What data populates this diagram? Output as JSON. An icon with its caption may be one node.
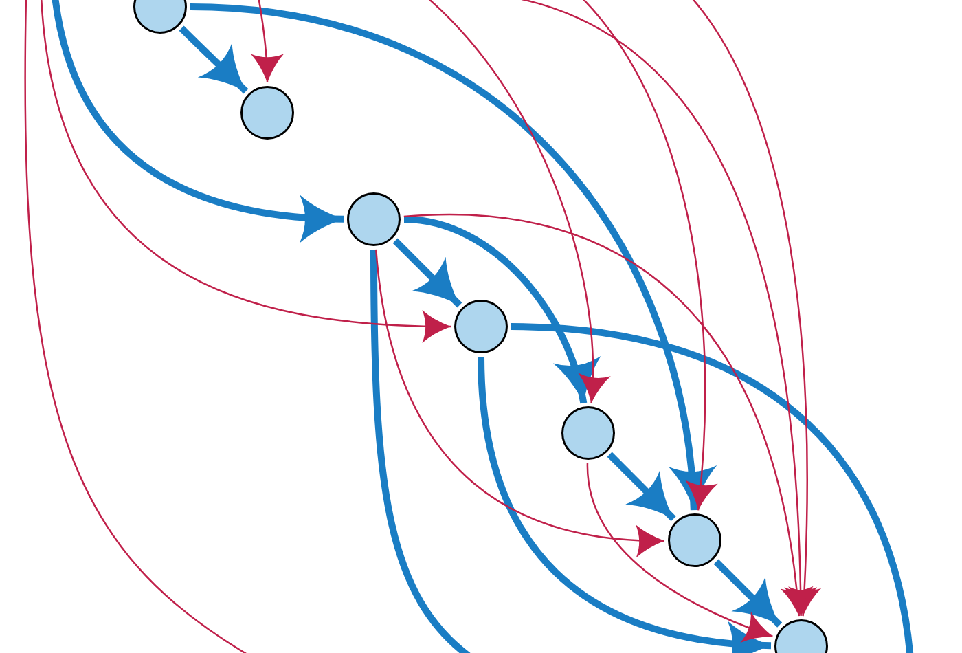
{
  "diagram": {
    "nodes": [
      {
        "text": [],
        "shape": "circle"
      },
      {
        "text": [],
        "shape": "circle"
      },
      {
        "text": [],
        "shape": "circle"
      },
      {
        "text": [],
        "shape": "circle"
      },
      {
        "text": [],
        "shape": "circle"
      },
      {
        "text": [],
        "shape": "circle"
      },
      {
        "text": [],
        "shape": "circle"
      }
    ],
    "edges": [
      {
        "from": 0,
        "to": 1,
        "arrow": "to"
      },
      {
        "from": null,
        "to": 2,
        "arrow": "to"
      },
      {
        "from": 0,
        "to": 5,
        "arrow": "to"
      },
      {
        "from": 2,
        "to": 3,
        "arrow": "to"
      },
      {
        "from": 2,
        "to": 4,
        "arrow": "to"
      },
      {
        "from": 2,
        "to": null,
        "arrow": "none"
      },
      {
        "from": 3,
        "to": 6,
        "arrow": "to"
      },
      {
        "from": 3,
        "to": null,
        "arrow": "none"
      },
      {
        "from": 4,
        "to": 5,
        "arrow": "to"
      },
      {
        "from": 5,
        "to": 6,
        "arrow": "to"
      },
      {
        "from": null,
        "to": 1,
        "arrow": "to",
        "color": "#c0204a"
      },
      {
        "from": null,
        "to": 3,
        "arrow": "to",
        "color": "#c0204a"
      },
      {
        "from": null,
        "to": 4,
        "arrow": "to",
        "color": "#c0204a"
      },
      {
        "from": null,
        "to": 6,
        "arrow": "to",
        "color": "#c0204a"
      },
      {
        "from": null,
        "to": 5,
        "arrow": "to",
        "color": "#c0204a"
      },
      {
        "from": null,
        "to": 6,
        "arrow": "to",
        "color": "#c0204a"
      },
      {
        "from": 2,
        "to": 6,
        "arrow": "to",
        "color": "#c0204a"
      },
      {
        "from": 2,
        "to": 5,
        "arrow": "to",
        "color": "#c0204a"
      },
      {
        "from": 4,
        "to": 6,
        "arrow": "to",
        "color": "#c0204a"
      }
    ]
  }
}
